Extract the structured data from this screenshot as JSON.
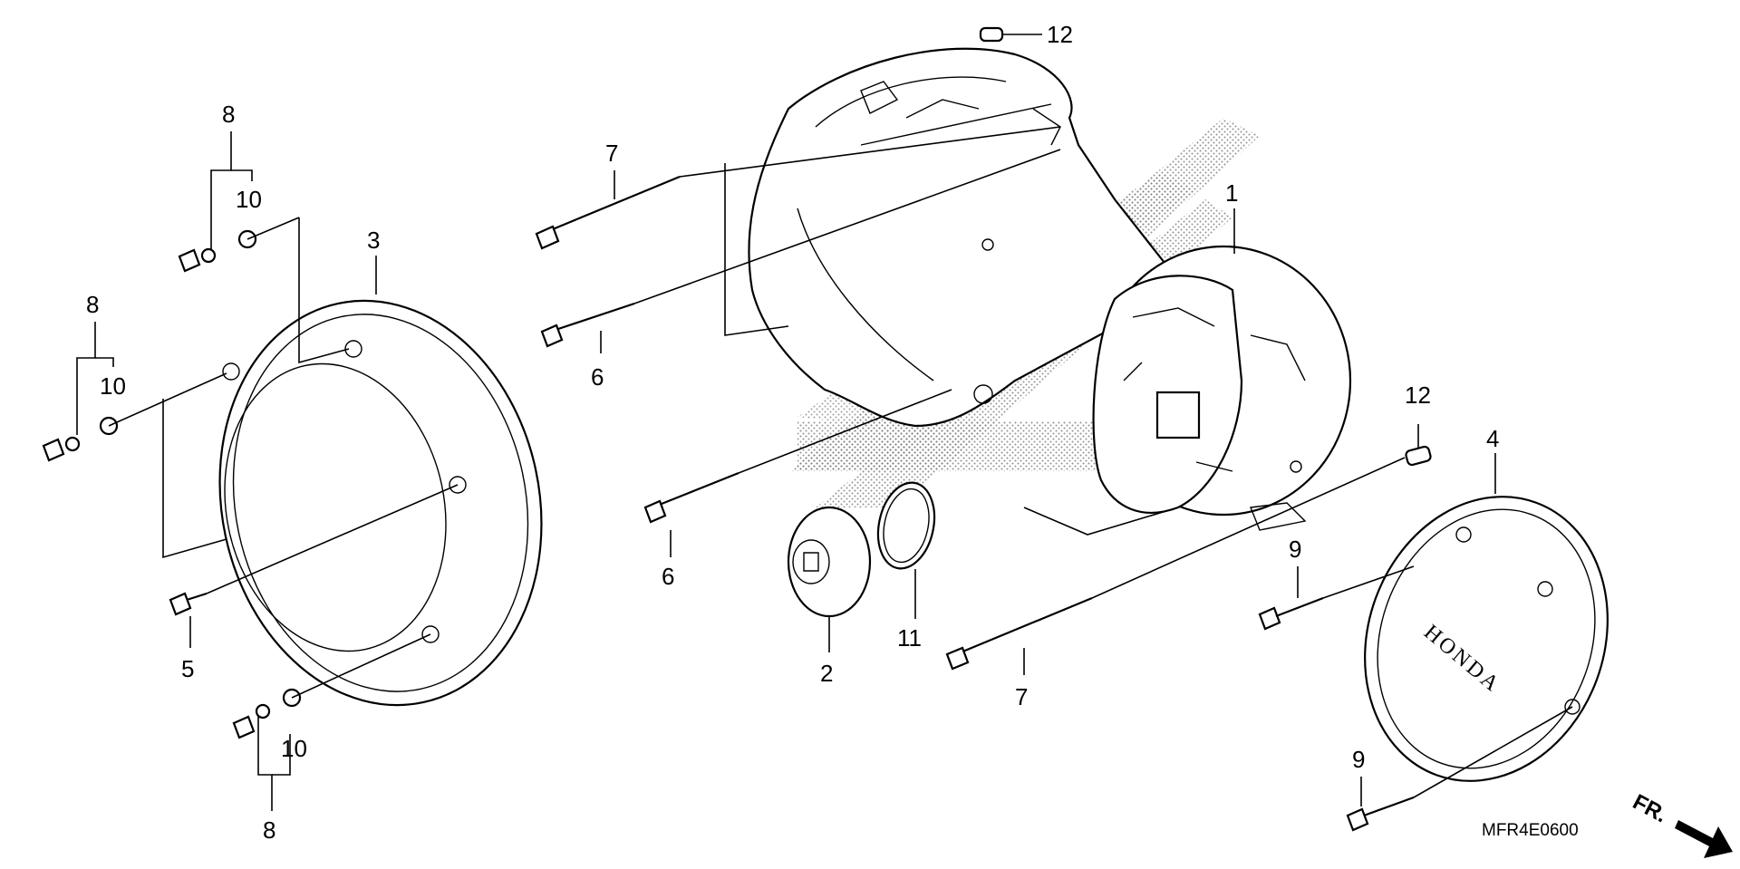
{
  "diagram": {
    "code": "MFR4E0600",
    "front_marker": "FR.",
    "cover_brand": "HONDA",
    "callouts": {
      "c1": "1",
      "c2": "2",
      "c3": "3",
      "c4": "4",
      "c5": "5",
      "c6a": "6",
      "c6b": "6",
      "c7a": "7",
      "c7b": "7",
      "c8a": "8",
      "c8b": "8",
      "c8c": "8",
      "c9a": "9",
      "c9b": "9",
      "c10a": "10",
      "c10b": "10",
      "c10c": "10",
      "c11": "11",
      "c12a": "12",
      "c12b": "12"
    }
  }
}
